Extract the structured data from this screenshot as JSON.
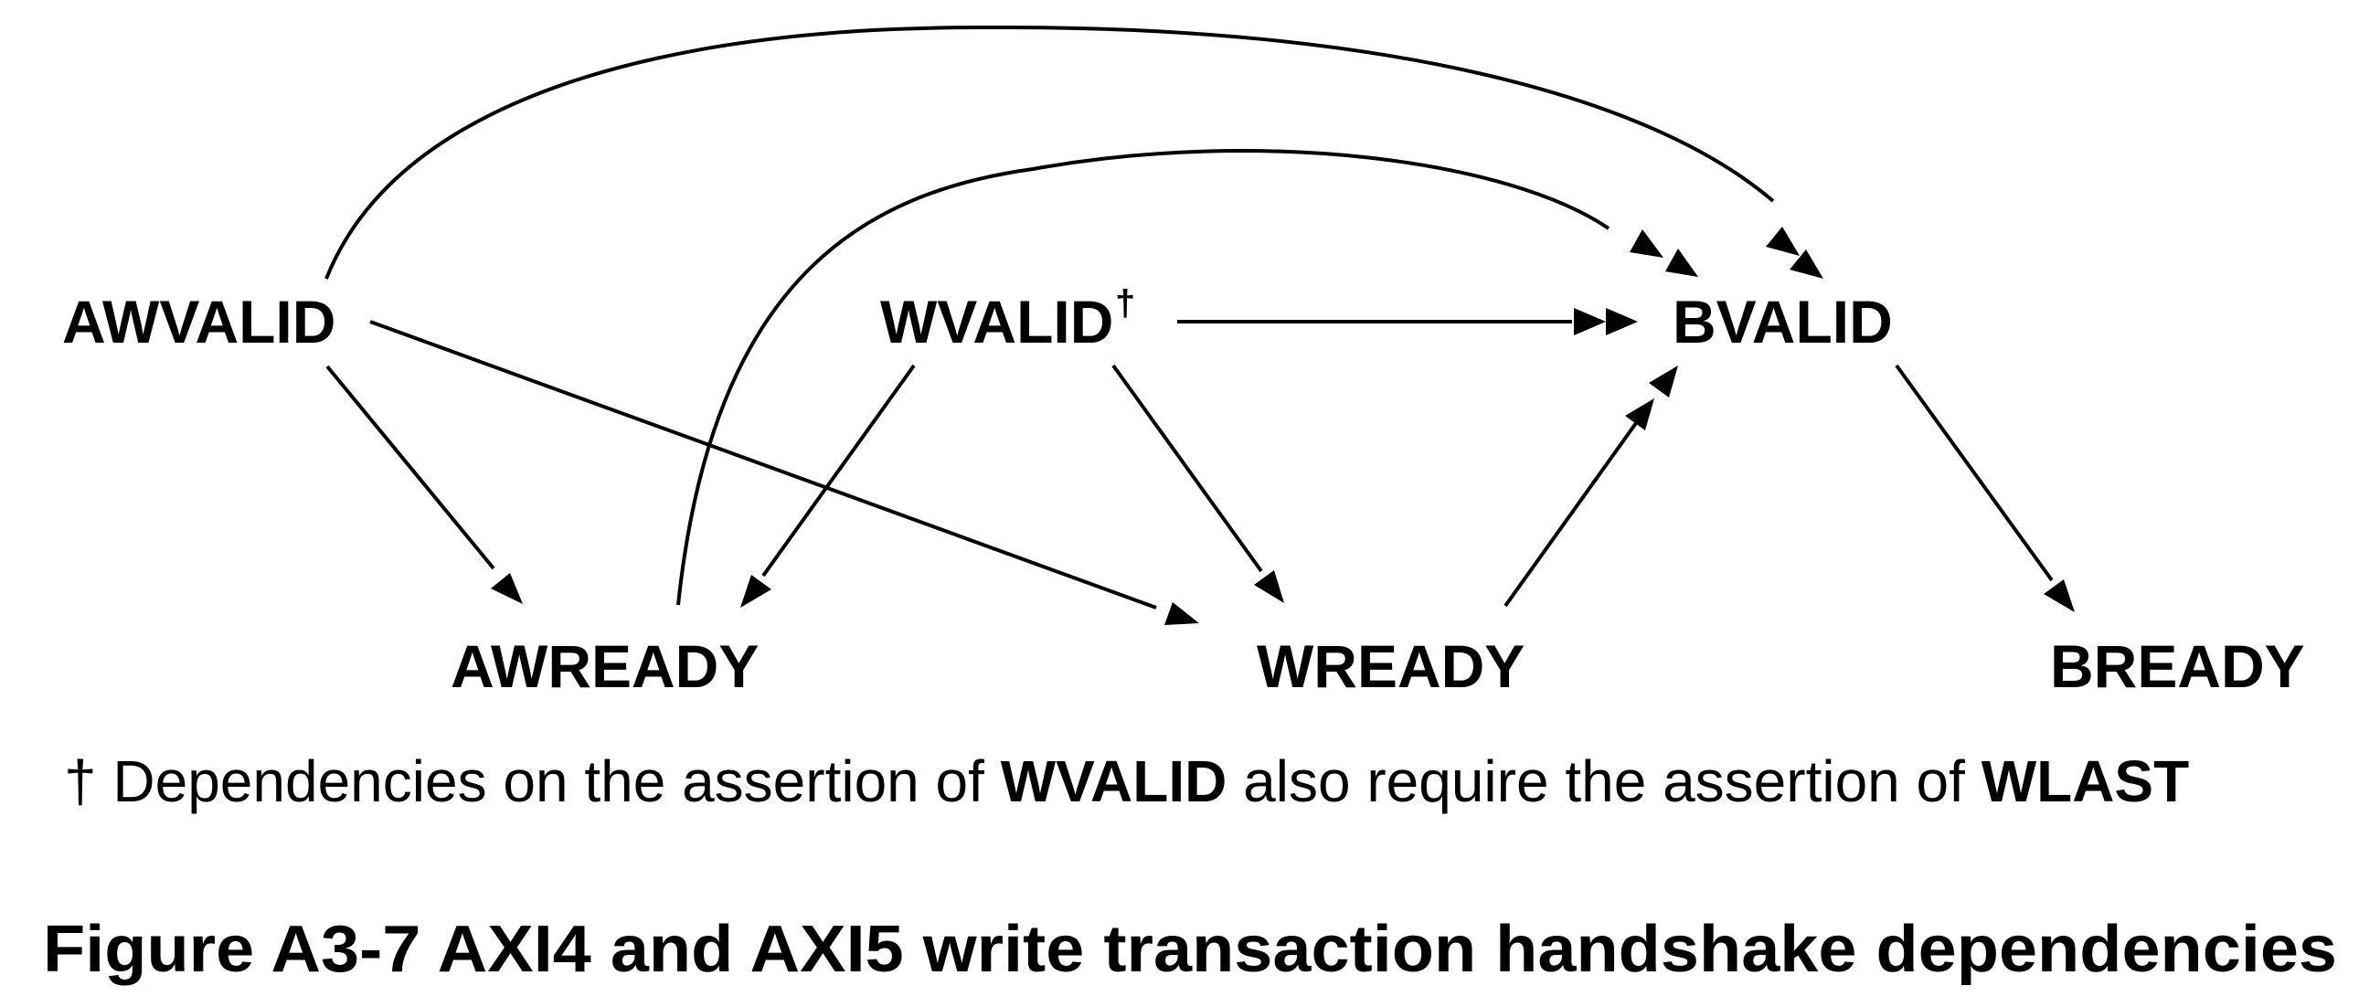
{
  "nodes": {
    "awvalid": "AWVALID",
    "wvalid": "WVALID",
    "wvalid_mark": "†",
    "bvalid": "BVALID",
    "awready": "AWREADY",
    "wready": "WREADY",
    "bready": "BREADY"
  },
  "note": {
    "mark": "†",
    "text_1": " Dependencies on the assertion of ",
    "bold_1": "WVALID",
    "text_2": " also require the assertion of ",
    "bold_2": "WLAST"
  },
  "caption": "Figure A3-7 AXI4 and AXI5 write transaction handshake dependencies",
  "edges": [
    {
      "from": "AWVALID",
      "to": "BVALID",
      "head": "double"
    },
    {
      "from": "AWREADY",
      "to": "BVALID",
      "head": "double"
    },
    {
      "from": "WVALID",
      "to": "BVALID",
      "head": "double"
    },
    {
      "from": "WREADY",
      "to": "BVALID",
      "head": "double"
    },
    {
      "from": "AWVALID",
      "to": "AWREADY",
      "head": "single"
    },
    {
      "from": "AWVALID",
      "to": "WREADY",
      "head": "single"
    },
    {
      "from": "WVALID",
      "to": "AWREADY",
      "head": "single"
    },
    {
      "from": "WVALID",
      "to": "WREADY",
      "head": "single"
    },
    {
      "from": "BVALID",
      "to": "BREADY",
      "head": "single"
    }
  ]
}
